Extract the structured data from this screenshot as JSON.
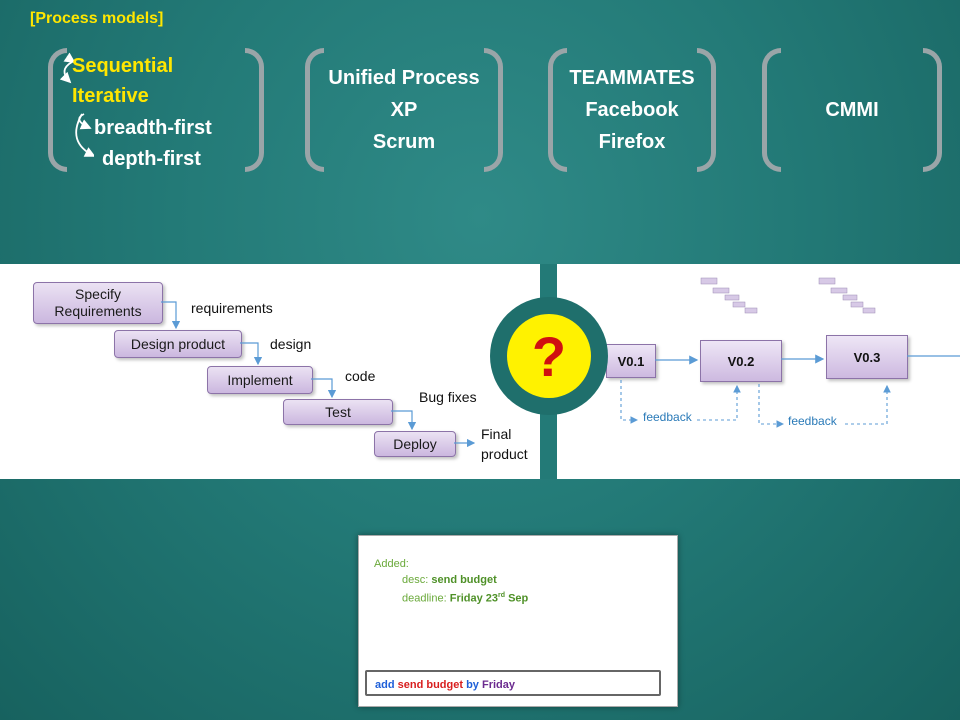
{
  "tag": "[Process models]",
  "groups": {
    "models": {
      "sequential": "Sequential",
      "iterative": "Iterative",
      "breadth_first": "breadth-first",
      "depth_first": "depth-first"
    },
    "methods": [
      "Unified Process",
      "XP",
      "Scrum"
    ],
    "examples": [
      "TEAMMATES",
      "Facebook",
      "Firefox"
    ],
    "framework": "CMMI"
  },
  "waterfall": {
    "steps": [
      "Specify Requirements",
      "Design product",
      "Implement",
      "Test",
      "Deploy"
    ],
    "outputs": [
      "requirements",
      "design",
      "code",
      "Bug fixes",
      "Final product"
    ]
  },
  "center_mark": "?",
  "iterative": {
    "versions": [
      "V0.1",
      "V0.2",
      "V0.3"
    ],
    "feedback": "feedback"
  },
  "card": {
    "added_label": "Added:",
    "desc_label": "desc:",
    "desc_value": "send budget",
    "deadline_label": "deadline:",
    "deadline_day": "Friday 23",
    "deadline_sup": "rd",
    "deadline_month": "Sep",
    "cmd_add": "add",
    "cmd_task": "send budget",
    "cmd_by": "by",
    "cmd_day": "Friday"
  },
  "colors": {
    "background": "#237a77",
    "highlight": "#ffe600",
    "question": "#d01010"
  }
}
